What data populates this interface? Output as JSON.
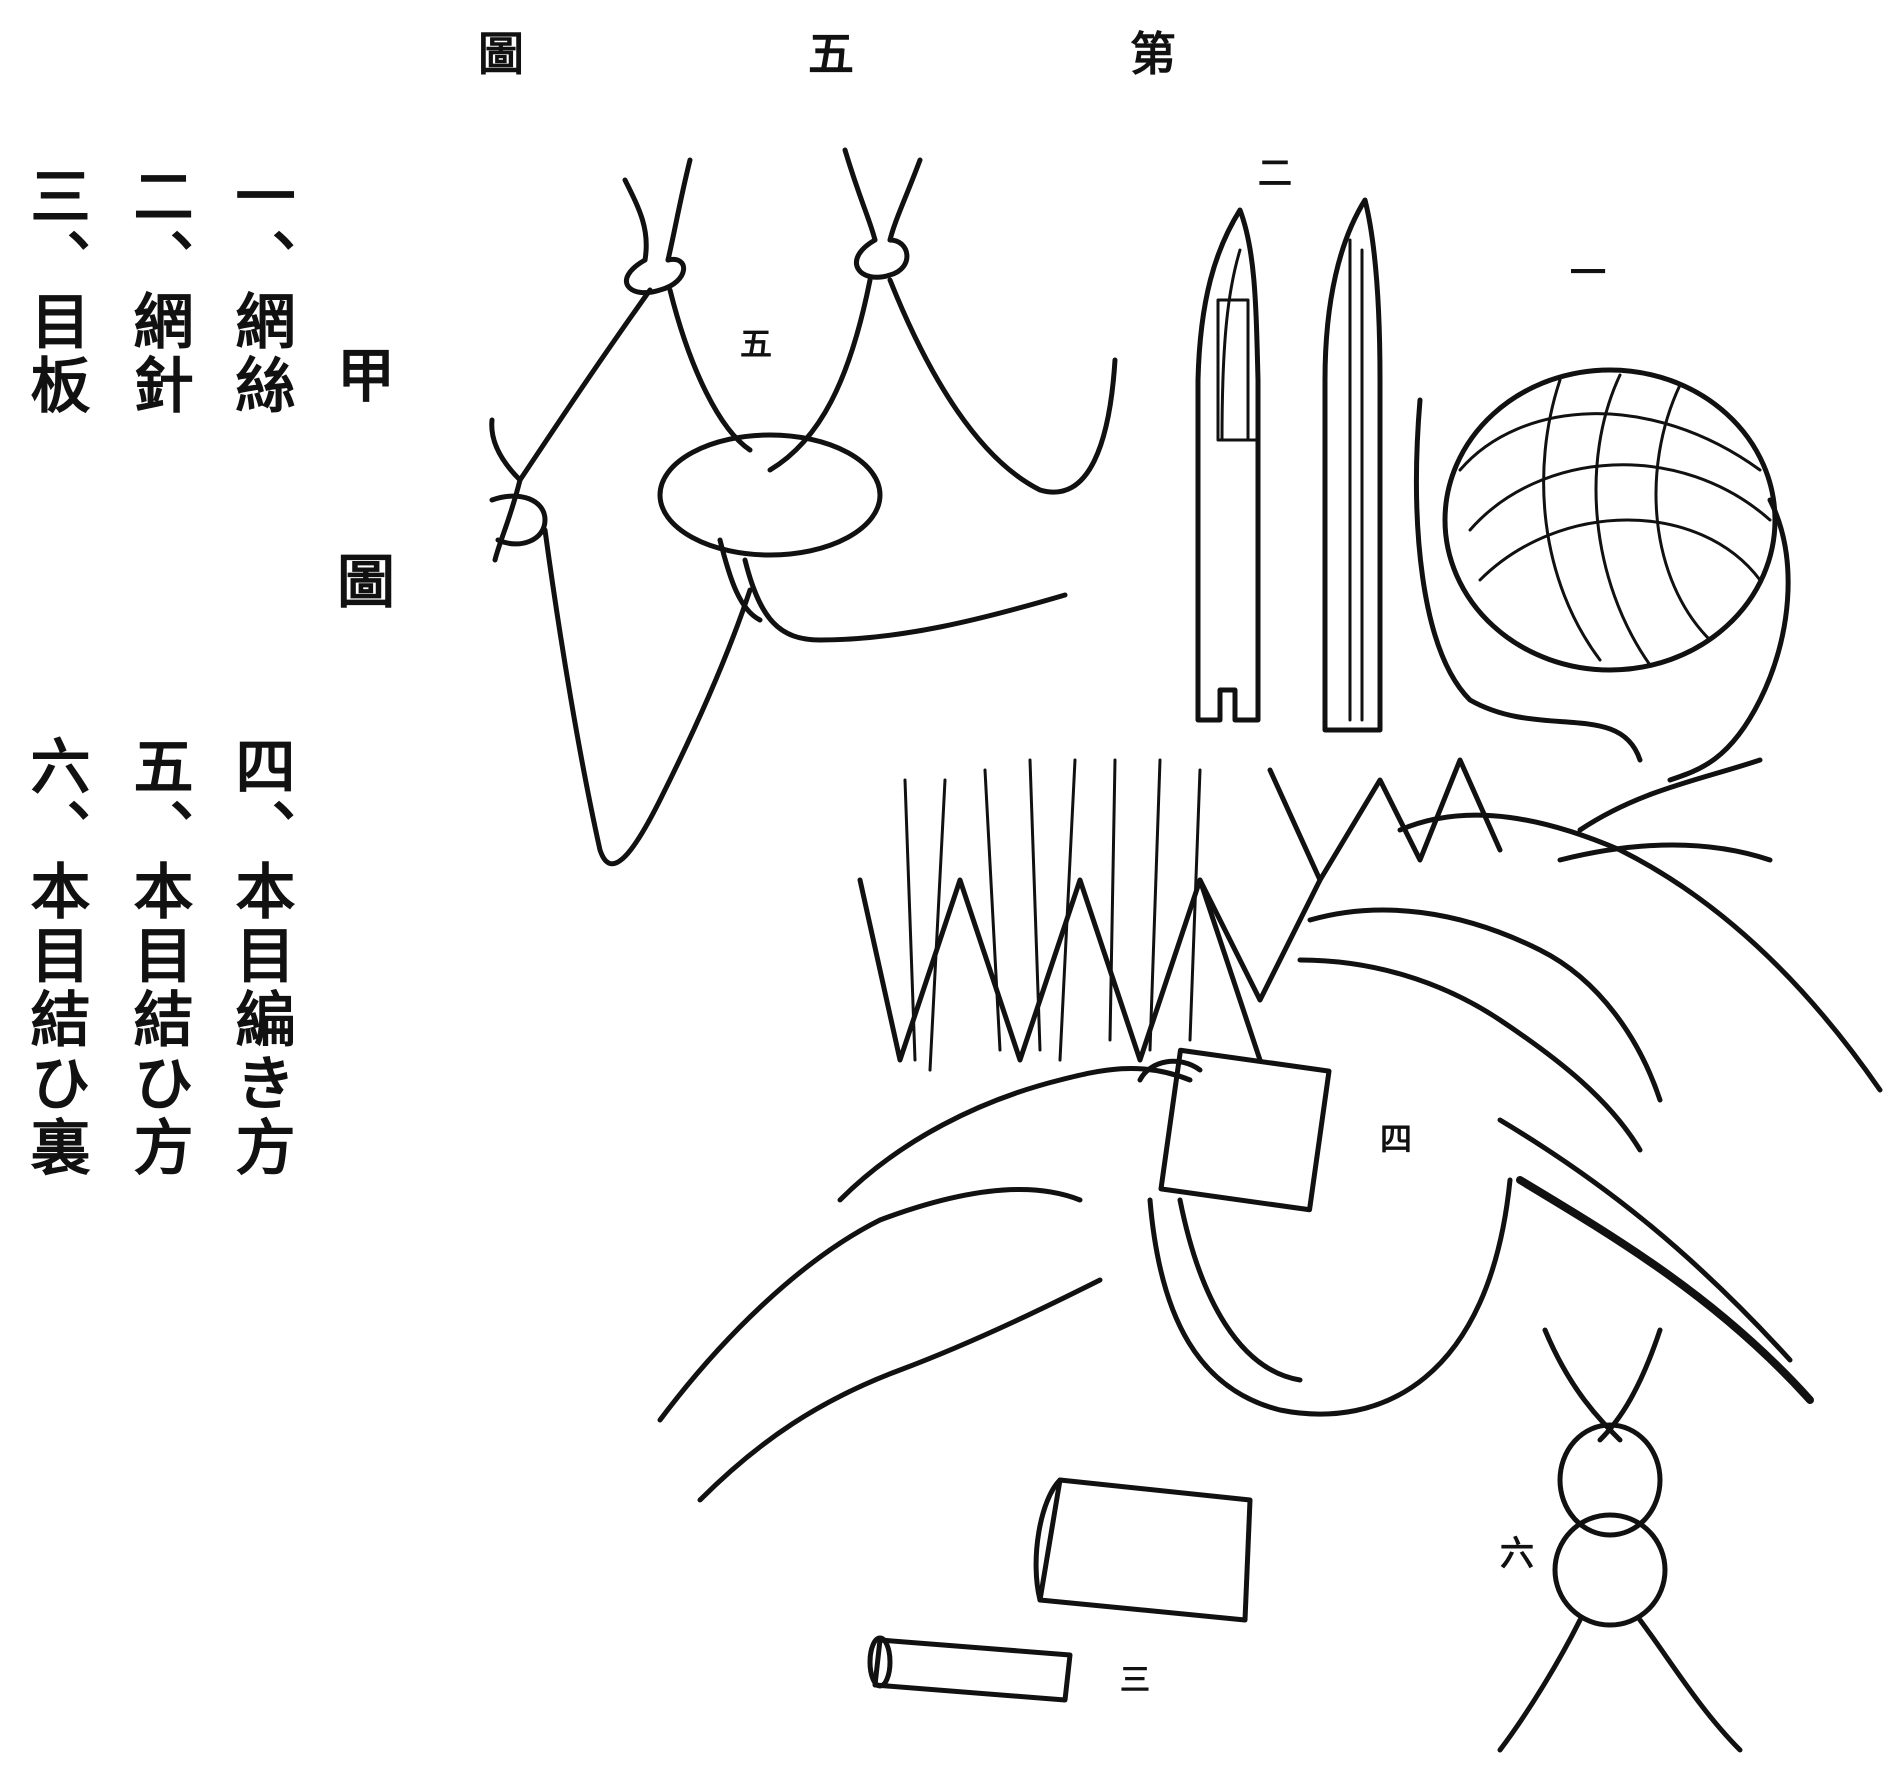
{
  "header": {
    "title_left": "圖",
    "title_mid": "五",
    "title_right": "第"
  },
  "figure_label": "甲 圖",
  "legend_right": [
    {
      "num": "一、",
      "text": "網絲"
    },
    {
      "num": "二、",
      "text": "網針"
    },
    {
      "num": "三、",
      "text": "目板"
    }
  ],
  "legend_left": [
    {
      "num": "四、",
      "text": "本目編き方"
    },
    {
      "num": "五、",
      "text": "本目結ひ方"
    },
    {
      "num": "六、",
      "text": "本目結ひ裏"
    }
  ],
  "part_labels": {
    "ball": "一",
    "needles": "二",
    "board": "三",
    "hands": "四",
    "knot_top": "五",
    "knot_bottom": "六"
  }
}
